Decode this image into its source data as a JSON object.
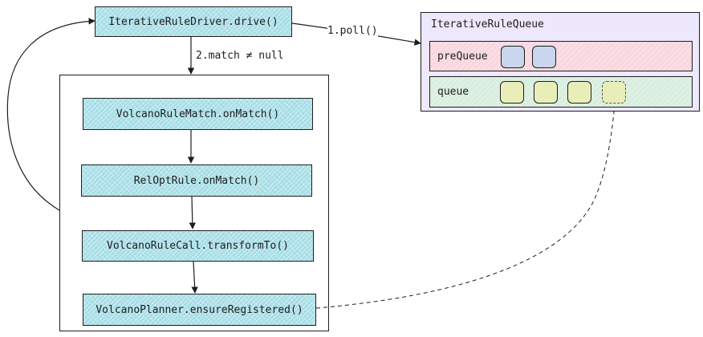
{
  "driver": {
    "label": "IterativeRuleDriver.drive()"
  },
  "edges": {
    "poll_label": "1.poll()",
    "match_label": "2.match ≠ null"
  },
  "queue_panel": {
    "title": "IterativeRuleQueue",
    "pre_queue": {
      "label": "preQueue",
      "slots": 2
    },
    "queue": {
      "label": "queue",
      "slots": 4
    }
  },
  "steps": [
    {
      "label": "VolcanoRuleMatch.onMatch()"
    },
    {
      "label": "RelOptRule.onMatch()"
    },
    {
      "label": "VolcanoRuleCall.transformTo()"
    },
    {
      "label": "VolcanoPlanner.ensureRegistered()"
    }
  ],
  "colors": {
    "node_fill": "#a5dde6",
    "panel_fill": "#ede8fc",
    "pre_queue_fill": "#f8d7df",
    "queue_fill": "#d8eedf",
    "slot_blue": "#c9d6ee",
    "slot_yellow": "#e9edb8",
    "stroke": "#1e1e1e"
  }
}
